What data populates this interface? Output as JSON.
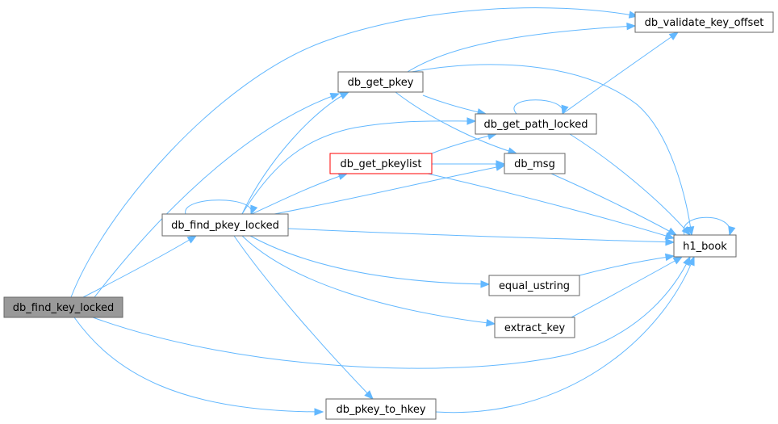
{
  "graph": {
    "edge_color": "#63b8ff",
    "root_fill": "#999999",
    "highlight_stroke": "#ff0000",
    "nodes": [
      {
        "id": "db_find_key_locked",
        "label": "db_find_key_locked",
        "style": "root"
      },
      {
        "id": "db_find_pkey_locked",
        "label": "db_find_pkey_locked",
        "style": "normal"
      },
      {
        "id": "db_get_pkey",
        "label": "db_get_pkey",
        "style": "normal"
      },
      {
        "id": "db_get_pkeylist",
        "label": "db_get_pkeylist",
        "style": "highlight"
      },
      {
        "id": "db_get_path_locked",
        "label": "db_get_path_locked",
        "style": "normal"
      },
      {
        "id": "db_msg",
        "label": "db_msg",
        "style": "normal"
      },
      {
        "id": "db_validate_key_offset",
        "label": "db_validate_key_offset",
        "style": "normal"
      },
      {
        "id": "h1_book",
        "label": "h1_book",
        "style": "normal"
      },
      {
        "id": "equal_ustring",
        "label": "equal_ustring",
        "style": "normal"
      },
      {
        "id": "extract_key",
        "label": "extract_key",
        "style": "normal"
      },
      {
        "id": "db_pkey_to_hkey",
        "label": "db_pkey_to_hkey",
        "style": "normal"
      }
    ],
    "edges": [
      {
        "from": "db_find_key_locked",
        "to": "db_find_pkey_locked"
      },
      {
        "from": "db_find_key_locked",
        "to": "db_get_pkey"
      },
      {
        "from": "db_find_key_locked",
        "to": "db_validate_key_offset"
      },
      {
        "from": "db_find_key_locked",
        "to": "h1_book"
      },
      {
        "from": "db_find_key_locked",
        "to": "db_pkey_to_hkey"
      },
      {
        "from": "db_find_pkey_locked",
        "to": "db_find_pkey_locked"
      },
      {
        "from": "db_find_pkey_locked",
        "to": "db_get_pkey"
      },
      {
        "from": "db_find_pkey_locked",
        "to": "db_get_path_locked"
      },
      {
        "from": "db_find_pkey_locked",
        "to": "db_get_pkeylist"
      },
      {
        "from": "db_find_pkey_locked",
        "to": "db_msg"
      },
      {
        "from": "db_find_pkey_locked",
        "to": "h1_book"
      },
      {
        "from": "db_find_pkey_locked",
        "to": "equal_ustring"
      },
      {
        "from": "db_find_pkey_locked",
        "to": "extract_key"
      },
      {
        "from": "db_find_pkey_locked",
        "to": "db_pkey_to_hkey"
      },
      {
        "from": "db_get_pkey",
        "to": "db_validate_key_offset"
      },
      {
        "from": "db_get_pkey",
        "to": "db_get_path_locked"
      },
      {
        "from": "db_get_pkey",
        "to": "db_msg"
      },
      {
        "from": "db_get_pkey",
        "to": "h1_book"
      },
      {
        "from": "db_get_pkeylist",
        "to": "db_get_path_locked"
      },
      {
        "from": "db_get_pkeylist",
        "to": "db_msg"
      },
      {
        "from": "db_get_pkeylist",
        "to": "h1_book"
      },
      {
        "from": "db_get_path_locked",
        "to": "db_get_path_locked"
      },
      {
        "from": "db_get_path_locked",
        "to": "db_validate_key_offset"
      },
      {
        "from": "db_get_path_locked",
        "to": "h1_book"
      },
      {
        "from": "db_msg",
        "to": "h1_book"
      },
      {
        "from": "h1_book",
        "to": "h1_book"
      },
      {
        "from": "equal_ustring",
        "to": "h1_book"
      },
      {
        "from": "extract_key",
        "to": "h1_book"
      },
      {
        "from": "db_pkey_to_hkey",
        "to": "h1_book"
      }
    ]
  }
}
